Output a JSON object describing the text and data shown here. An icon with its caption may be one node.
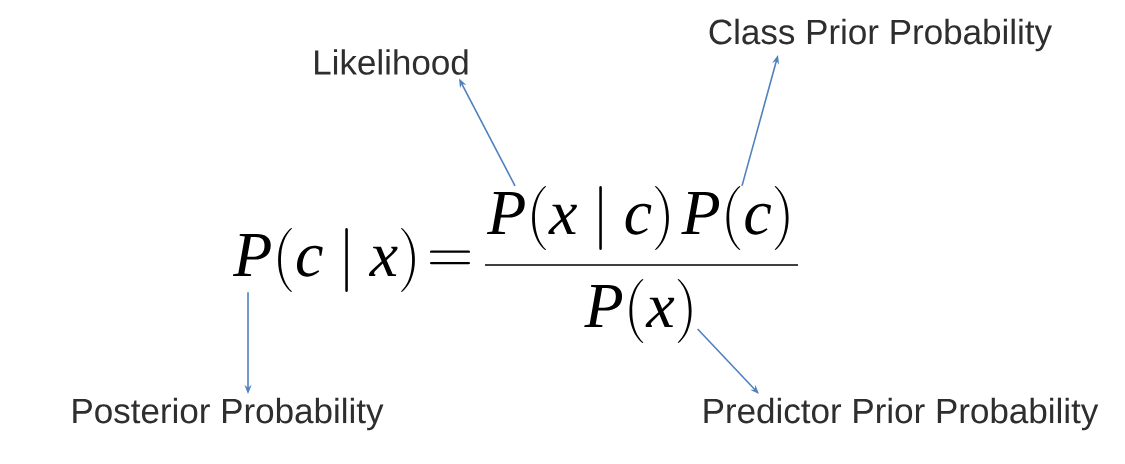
{
  "diagram": {
    "nodes": [
      {
        "text": [
          "Likelihood"
        ]
      },
      {
        "text": [
          "Class Prior Probability"
        ]
      },
      {
        "text": [
          "P(c \\mid x)"
        ]
      },
      {
        "text": [
          "P(x \\mid c)"
        ]
      },
      {
        "text": [
          "P(c)"
        ]
      },
      {
        "text": [
          "P(x)"
        ]
      },
      {
        "text": [
          "Posterior Probability"
        ]
      },
      {
        "text": [
          "Predictor Prior Probability"
        ]
      }
    ],
    "edges": [
      {
        "from": 3,
        "to": 0,
        "arrow": "to"
      },
      {
        "from": 4,
        "to": 1,
        "arrow": "to"
      },
      {
        "from": 2,
        "to": 6,
        "arrow": "to"
      },
      {
        "from": 5,
        "to": 7,
        "arrow": "to"
      }
    ],
    "labels": [
      "="
    ]
  }
}
